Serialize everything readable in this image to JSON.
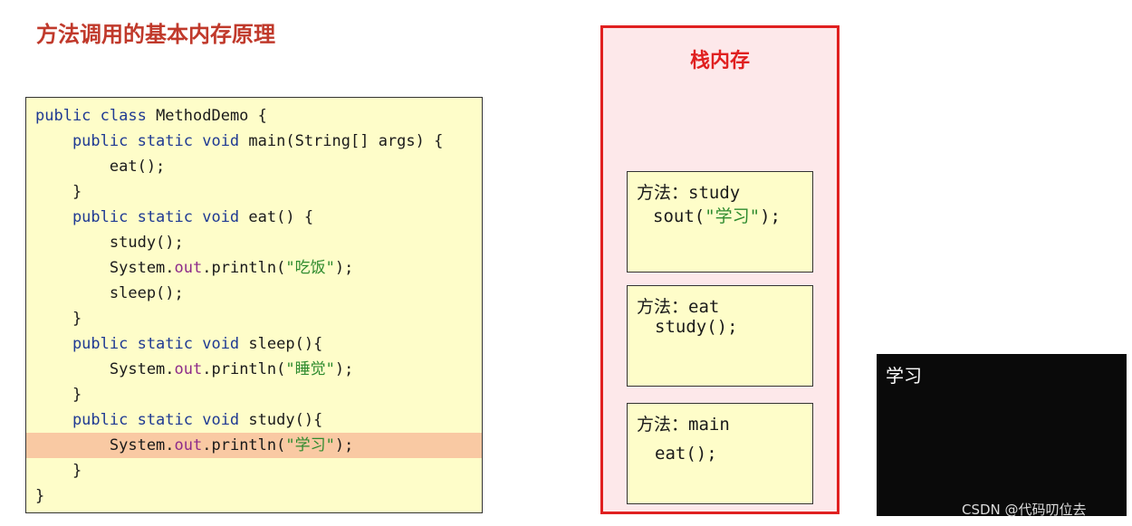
{
  "title": "方法调用的基本内存原理",
  "code": {
    "lines": [
      {
        "parts": [
          {
            "t": "public class ",
            "c": "kw"
          },
          {
            "t": "MethodDemo {",
            "c": ""
          }
        ]
      },
      {
        "parts": [
          {
            "t": "    public static void ",
            "c": "kw"
          },
          {
            "t": "main(String[] args) {",
            "c": ""
          }
        ]
      },
      {
        "parts": [
          {
            "t": "        eat();",
            "c": ""
          }
        ]
      },
      {
        "parts": [
          {
            "t": "    }",
            "c": ""
          }
        ]
      },
      {
        "parts": [
          {
            "t": "    public static void ",
            "c": "kw"
          },
          {
            "t": "eat() {",
            "c": ""
          }
        ]
      },
      {
        "parts": [
          {
            "t": "        study();",
            "c": ""
          }
        ]
      },
      {
        "parts": [
          {
            "t": "        System.",
            "c": ""
          },
          {
            "t": "out",
            "c": "out"
          },
          {
            "t": ".println(",
            "c": ""
          },
          {
            "t": "\"吃饭\"",
            "c": "str"
          },
          {
            "t": ");",
            "c": ""
          }
        ]
      },
      {
        "parts": [
          {
            "t": "        sleep();",
            "c": ""
          }
        ]
      },
      {
        "parts": [
          {
            "t": "    }",
            "c": ""
          }
        ]
      },
      {
        "parts": [
          {
            "t": "    public static void ",
            "c": "kw"
          },
          {
            "t": "sleep(){",
            "c": ""
          }
        ]
      },
      {
        "parts": [
          {
            "t": "        System.",
            "c": ""
          },
          {
            "t": "out",
            "c": "out"
          },
          {
            "t": ".println(",
            "c": ""
          },
          {
            "t": "\"睡觉\"",
            "c": "str"
          },
          {
            "t": ");",
            "c": ""
          }
        ]
      },
      {
        "parts": [
          {
            "t": "    }",
            "c": ""
          }
        ]
      },
      {
        "parts": [
          {
            "t": "    public static void ",
            "c": "kw"
          },
          {
            "t": "study(){",
            "c": ""
          }
        ]
      },
      {
        "parts": [
          {
            "t": "        System.",
            "c": ""
          },
          {
            "t": "out",
            "c": "out"
          },
          {
            "t": ".println(",
            "c": ""
          },
          {
            "t": "\"学习\"",
            "c": "str"
          },
          {
            "t": ");",
            "c": ""
          }
        ],
        "highlight": true
      },
      {
        "parts": [
          {
            "t": "    }",
            "c": ""
          }
        ]
      },
      {
        "parts": [
          {
            "t": "}",
            "c": ""
          }
        ]
      }
    ]
  },
  "stack": {
    "title": "栈内存",
    "frames": [
      {
        "head": "方法：study",
        "body": "sout(",
        "str": "\"学习\"",
        "tail": ");"
      },
      {
        "head": "方法：eat",
        "body": "study();",
        "str": "",
        "tail": ""
      },
      {
        "head": "方法：main",
        "body": "eat();",
        "str": "",
        "tail": ""
      }
    ]
  },
  "console": {
    "output": "学习"
  },
  "watermark": "CSDN @代码叨位去",
  "colors": {
    "title": "#c0392b",
    "stack_border": "#e02020",
    "highlight": "#f9c9a3",
    "string": "#2e8b2e",
    "keyword": "#1f3a93"
  }
}
